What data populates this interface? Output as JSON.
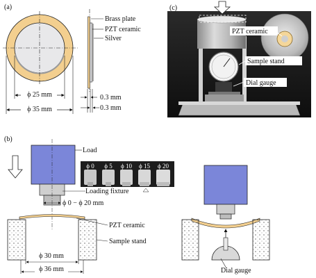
{
  "panel_a": {
    "letter": "(a)",
    "labels": {
      "brass_plate": "Brass plate",
      "pzt_ceramic": "PZT ceramic",
      "silver": "Silver",
      "dia_inner": "ϕ 25 mm",
      "dia_outer": "ϕ 35 mm",
      "thick_top": "0.3 mm",
      "thick_bottom": "0.3 mm"
    },
    "colors": {
      "brass": "#f3cf8f",
      "ceramic": "#e8e8ea",
      "outline": "#222222"
    }
  },
  "panel_b": {
    "letter": "(b)",
    "labels": {
      "load": "Load",
      "loading_fixture": "Loading fixture",
      "fixture_range": "ϕ 0 − ϕ 20 mm",
      "pzt_ceramic": "PZT ceramic",
      "sample_stand": "Sample stand",
      "dia_inner": "ϕ 30 mm",
      "dia_outer": "ϕ 36 mm",
      "dial_gauge": "Dial gauge"
    },
    "fixture_sizes": [
      "ϕ 0",
      "ϕ 5",
      "ϕ 10",
      "ϕ 15",
      "ϕ 20"
    ],
    "colors": {
      "load_block": "#7b86d9",
      "fixture": "#cfcfcf",
      "sample": "#f3cf8f"
    }
  },
  "panel_c": {
    "letter": "(c)",
    "labels": {
      "pzt_ceramic": "PZT ceramic",
      "sample_stand": "Sample stand",
      "dial_gauge": "Dial gauge"
    }
  }
}
